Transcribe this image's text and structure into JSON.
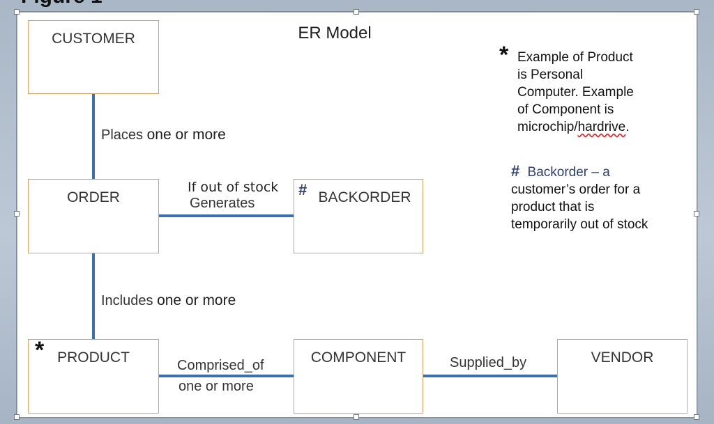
{
  "header_fragment": "Figure 1",
  "diagram": {
    "title": "ER Model",
    "entities": {
      "customer": "CUSTOMER",
      "order": "ORDER",
      "backorder": "BACKORDER",
      "product": "PRODUCT",
      "component": "COMPONENT",
      "vendor": "VENDOR"
    },
    "markers": {
      "star": "*",
      "hash": "#"
    },
    "relationships": {
      "places": {
        "verb": "Places",
        "qual": "one or more"
      },
      "generates": {
        "line1": "If out of stock",
        "line2": "Generates"
      },
      "includes": {
        "verb": "Includes",
        "qual": "one or more"
      },
      "comprised_of": {
        "line1": "Comprised_of",
        "line2": "one or more"
      },
      "supplied_by": {
        "line1": "Supplied_by"
      }
    },
    "notes": {
      "product": {
        "marker": "*",
        "lines": [
          "Example of Product",
          "is Personal",
          "Computer.  Example",
          "of Component is"
        ],
        "last_pre": "microchip/",
        "last_flagged": "hardrive",
        "last_post": "."
      },
      "backorder": {
        "marker": "#",
        "heading": "Backorder – a",
        "lines": [
          "customer’s order for a",
          "product that is",
          "temporarily out of stock"
        ]
      }
    }
  }
}
